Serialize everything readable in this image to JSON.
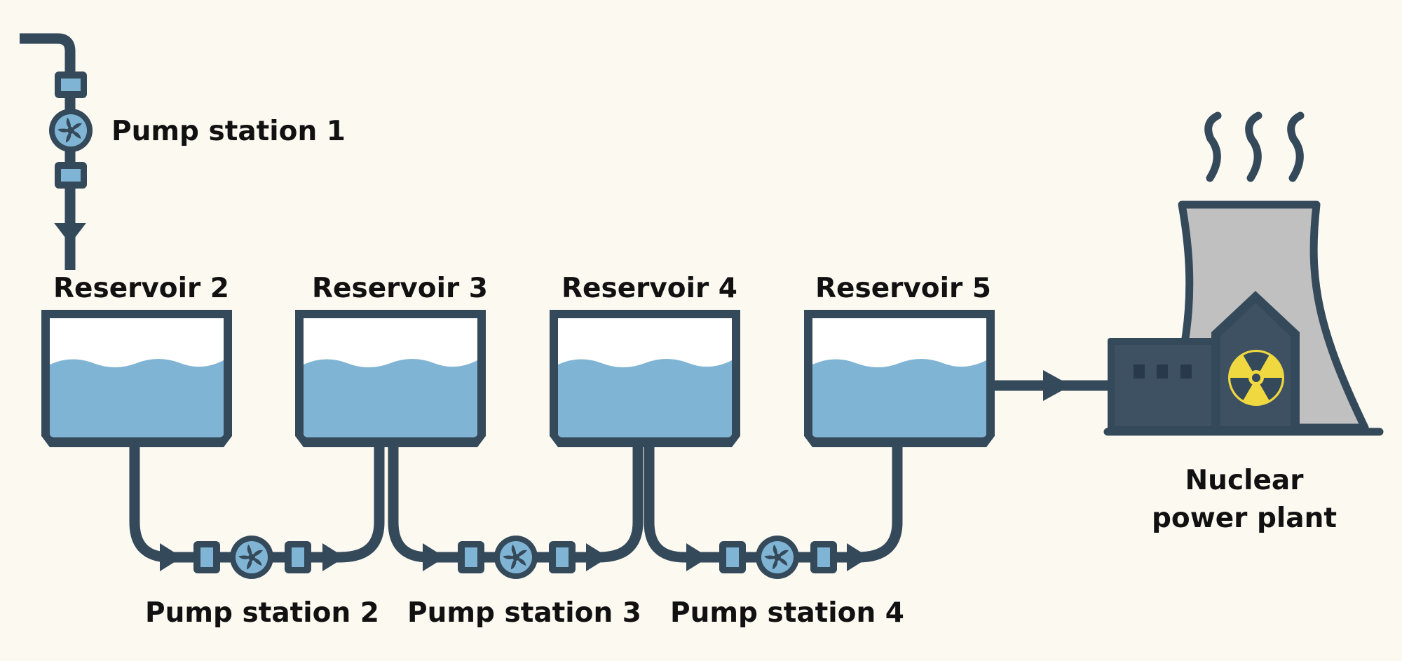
{
  "diagram": {
    "labels": {
      "pump_station_1": "Pump station 1",
      "pump_station_2": "Pump station 2",
      "pump_station_3": "Pump station 3",
      "pump_station_4": "Pump station 4",
      "reservoir_2": "Reservoir 2",
      "reservoir_3": "Reservoir 3",
      "reservoir_4": "Reservoir 4",
      "reservoir_5": "Reservoir 5",
      "plant_line_1": "Nuclear",
      "plant_line_2": "power plant"
    },
    "colors": {
      "background": "#fcf9f1",
      "pipe": "#34495a",
      "water": "#80b4d4",
      "tower": "#c0c0c0",
      "radiation": "#f0d840"
    }
  }
}
